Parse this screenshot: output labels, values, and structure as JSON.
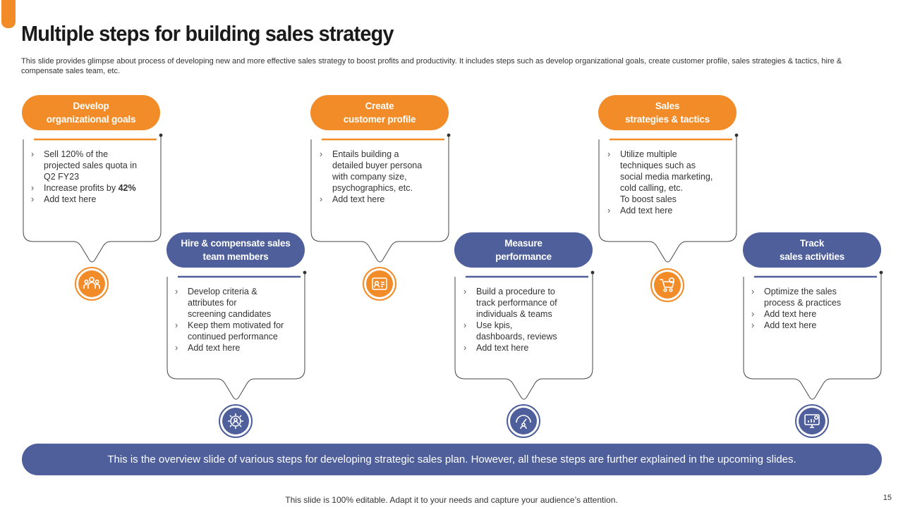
{
  "title": "Multiple steps for building sales strategy",
  "subtitle": "This slide provides glimpse about process of developing new and more effective sales strategy to boost profits and productivity. It includes steps such as develop organizational goals, create customer profile, sales strategies & tactics, hire & compensate sales team, etc.",
  "steps": [
    {
      "title_lines": [
        "Develop",
        "organizational goals"
      ],
      "bullets": [
        "Sell 120% of the\nprojected sales quota in\nQ2 FY23",
        "Increase profits by ",
        "Add text here"
      ],
      "bullet_bold_suffix": "42%",
      "icon": "team-goal-icon",
      "color": "#f28c28"
    },
    {
      "title_lines": [
        "Hire & compensate sales",
        "team members"
      ],
      "bullets": [
        "Develop  criteria &\nattributes for\nscreening candidates",
        "Keep them motivated for\ncontinued performance",
        "Add text here"
      ],
      "icon": "gear-people-icon",
      "color": "#4e5f9c"
    },
    {
      "title_lines": [
        "Create",
        "customer profile"
      ],
      "bullets": [
        "Entails building  a\ndetailed buyer persona\nwith company size,\npsychographics, etc.",
        "Add text here"
      ],
      "icon": "profile-card-icon",
      "color": "#f28c28"
    },
    {
      "title_lines": [
        "Measure",
        "performance"
      ],
      "bullets": [
        "Build a procedure  to\ntrack performance  of\nindividuals  & teams",
        "Use kpis,\ndashboards,  reviews",
        "Add text here"
      ],
      "icon": "performance-gauge-icon",
      "color": "#4e5f9c"
    },
    {
      "title_lines": [
        "Sales",
        "strategies & tactics"
      ],
      "bullets": [
        "Utilize multiple\ntechniques such as\nsocial media marketing,\ncold calling, etc.\nTo boost sales",
        "Add text here"
      ],
      "icon": "shopping-cart-icon",
      "color": "#f28c28"
    },
    {
      "title_lines": [
        "Track",
        "sales activities"
      ],
      "bullets": [
        "Optimize the sales\nprocess & practices",
        "Add text here",
        "Add text here"
      ],
      "icon": "monitor-chart-icon",
      "color": "#4e5f9c"
    }
  ],
  "banner": "This is the overview slide of various steps for developing strategic sales plan. However, all these steps are further explained in the upcoming slides.",
  "footer": "This slide is 100% editable. Adapt it to your needs and capture your audience’s attention.",
  "slide_number": "15",
  "colors": {
    "orange": "#f28c28",
    "blue": "#4e5f9c"
  }
}
